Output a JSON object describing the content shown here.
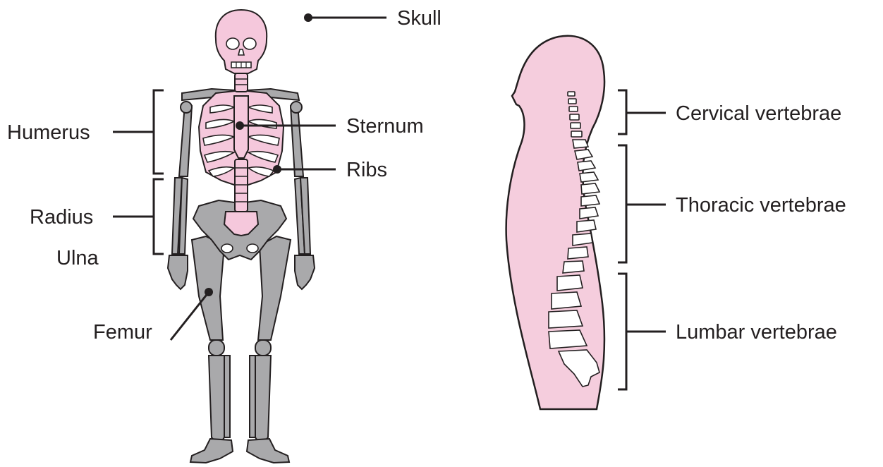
{
  "labels": {
    "skull": "Skull",
    "humerus": "Humerus",
    "sternum": "Sternum",
    "ribs": "Ribs",
    "radius": "Radius",
    "ulna": "Ulna",
    "femur": "Femur",
    "cervical": "Cervical vertebrae",
    "thoracic": "Thoracic vertebrae",
    "lumbar": "Lumbar vertebrae"
  },
  "colors": {
    "bone_pink": "#f5c8dc",
    "bone_gray": "#a9a9ab",
    "outline": "#231f20"
  },
  "icons": [
    "skeleton-icon",
    "spine-side-icon"
  ]
}
